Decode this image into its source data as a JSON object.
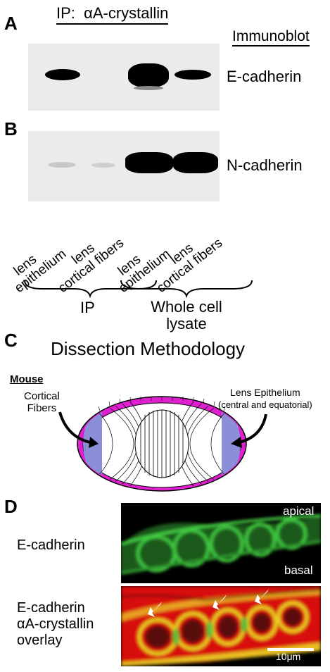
{
  "panel_a": {
    "letter": "A",
    "ip_title": "IP:  αA-crystallin",
    "immunoblot_label": "Immunoblot",
    "blot_label": "E-cadherin",
    "band_intensity": [
      0.8,
      0.02,
      1.0,
      0.75
    ]
  },
  "panel_b": {
    "letter": "B",
    "blot_label": "N-cadherin",
    "band_intensity": [
      0.12,
      0.1,
      1.0,
      1.0
    ]
  },
  "lanes": [
    {
      "line1": "lens",
      "line2": "epithelium"
    },
    {
      "line1": "lens",
      "line2": "cortical fibers"
    },
    {
      "line1": "lens",
      "line2": "epithelium"
    },
    {
      "line1": "lens",
      "line2": "cortical fibers"
    }
  ],
  "groups": {
    "ip": "IP",
    "whole_cell_line1": "Whole cell",
    "whole_cell_line2": "lysate"
  },
  "panel_c": {
    "letter": "C",
    "title": "Dissection Methodology",
    "species": "Mouse",
    "cortical_label_line1": "Cortical",
    "cortical_label_line2": "Fibers",
    "epi_label_line1": "Lens Epithelium",
    "epi_label_line2": "(central and equatorial)",
    "colors": {
      "epithelium": "#e020d0",
      "cortical": "#8a8fd8"
    }
  },
  "panel_d": {
    "letter": "D",
    "row1_label": "E-cadherin",
    "row2_label_line1": "E-cadherin",
    "row2_label_line2": "αA-crystallin",
    "row2_label_line3": "overlay",
    "apical": "apical",
    "basal": "basal",
    "scale_bar": "10μm",
    "colors": {
      "green": "#3cc23c",
      "red": "#e01010",
      "yellow": "#e8d020"
    }
  }
}
